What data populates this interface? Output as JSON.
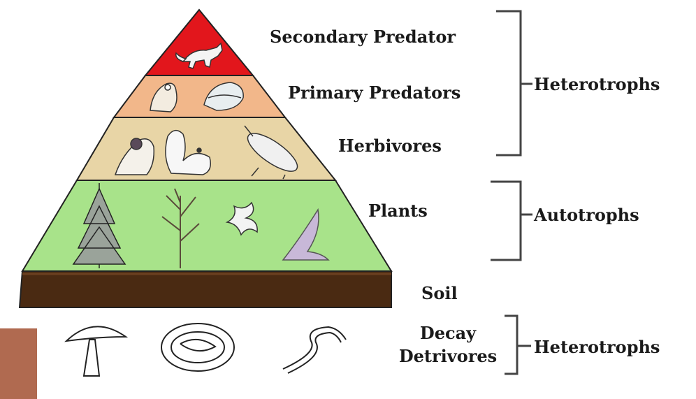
{
  "pyramid": {
    "levels": [
      {
        "label": "Secondary Predator",
        "color": "#e2161c"
      },
      {
        "label": "Primary Predators",
        "color": "#f2b78a"
      },
      {
        "label": "Herbivores",
        "color": "#e8d5a6"
      },
      {
        "label": "Plants",
        "color": "#a8e38a"
      }
    ],
    "soil": {
      "label": "Soil",
      "color": "#4a2a12"
    }
  },
  "decomposers": {
    "line1": "Decay",
    "line2": "Detrivores"
  },
  "groups": {
    "upper": "Heterotrophs",
    "middle": "Autotrophs",
    "lower": "Heterotrophs"
  },
  "colors": {
    "corner_block": "#b06a50",
    "outline": "#222222"
  },
  "icons": [
    "fox-icon",
    "frog-icon",
    "bird-icon",
    "deer-icon",
    "squirrel-icon",
    "beetle-icon",
    "tree-icon",
    "bare-tree-icon",
    "flower-icon",
    "grass-icon",
    "mushroom-icon",
    "bacteria-icon",
    "worm-icon"
  ]
}
